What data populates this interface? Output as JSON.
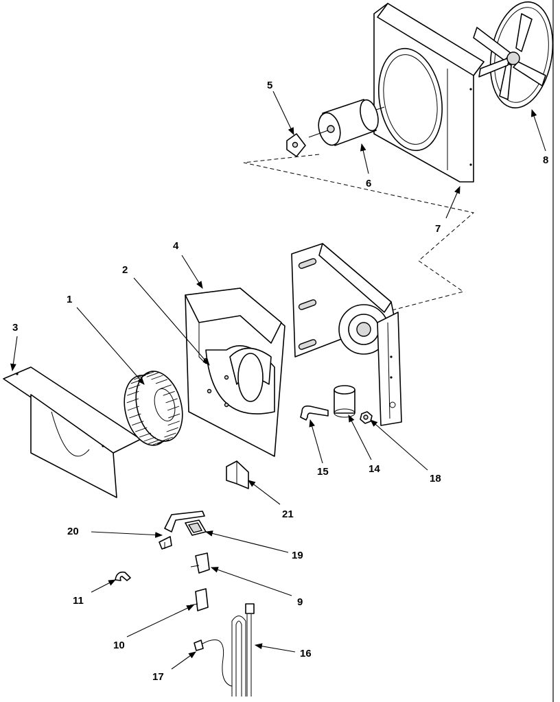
{
  "callouts": [
    {
      "id": "1",
      "label": "1"
    },
    {
      "id": "2",
      "label": "2"
    },
    {
      "id": "3",
      "label": "3"
    },
    {
      "id": "4",
      "label": "4"
    },
    {
      "id": "5",
      "label": "5"
    },
    {
      "id": "6",
      "label": "6"
    },
    {
      "id": "7",
      "label": "7"
    },
    {
      "id": "8",
      "label": "8"
    },
    {
      "id": "9",
      "label": "9"
    },
    {
      "id": "10",
      "label": "10"
    },
    {
      "id": "11",
      "label": "11"
    },
    {
      "id": "14",
      "label": "14"
    },
    {
      "id": "15",
      "label": "15"
    },
    {
      "id": "16",
      "label": "16"
    },
    {
      "id": "17",
      "label": "17"
    },
    {
      "id": "18",
      "label": "18"
    },
    {
      "id": "19",
      "label": "19"
    },
    {
      "id": "20",
      "label": "20"
    },
    {
      "id": "21",
      "label": "21"
    }
  ]
}
